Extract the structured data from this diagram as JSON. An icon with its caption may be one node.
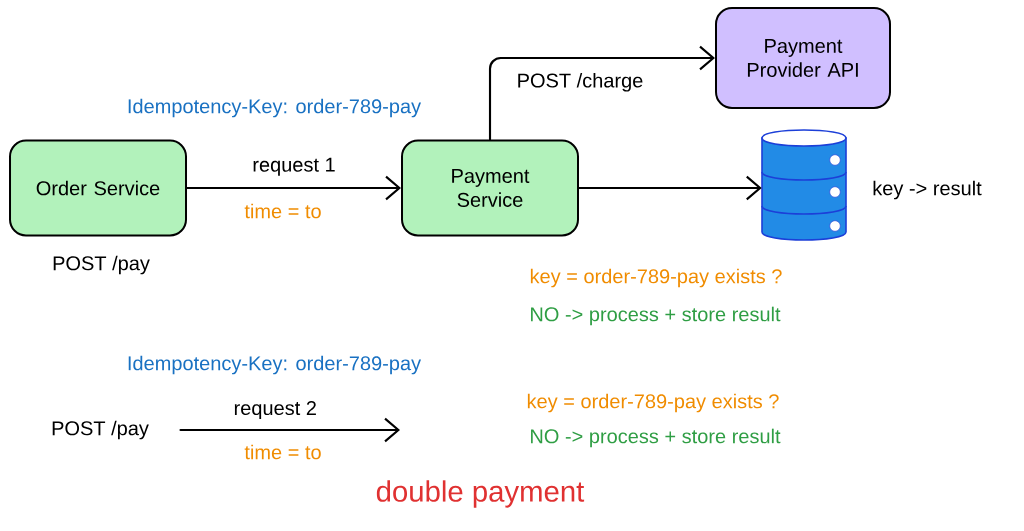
{
  "diagram": {
    "nodes": [
      {
        "text": [
          "Order Service"
        ],
        "beside": [
          "POST /pay"
        ]
      },
      {
        "text": [
          "Payment Service"
        ]
      },
      {
        "text": [
          "Payment Provider API"
        ]
      },
      {
        "text": [],
        "shape": "cylinder",
        "beside": [
          "key -> result"
        ]
      },
      {
        "text": [
          "POST /pay"
        ]
      }
    ],
    "edges": [
      {
        "from": 0,
        "to": 1,
        "arrow": "to",
        "label": "request 1"
      },
      {
        "from": 1,
        "to": 2,
        "arrow": "to",
        "label": "POST /charge"
      },
      {
        "from": 1,
        "to": 3,
        "arrow": "to"
      },
      {
        "from": 4,
        "to": null,
        "arrow": "to",
        "label": "request 2"
      }
    ],
    "labels": [
      "Idempotency-Key: order-789-pay",
      "time = to",
      "key = order-789-pay exists ?",
      "NO -> process + store result",
      "Idempotency-Key: order-789-pay",
      "key = order-789-pay exists ?",
      "time = to",
      "NO -> process + store result",
      "double payment"
    ]
  }
}
